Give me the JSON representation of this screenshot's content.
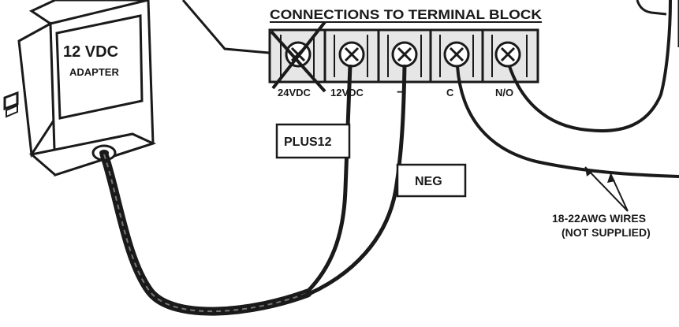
{
  "title": "CONNECTIONS TO TERMINAL BLOCK",
  "adapter": {
    "voltage_label": "12 VDC",
    "type_label": "ADAPTER"
  },
  "terminals": [
    {
      "label": "24VDC",
      "crossed_out": true
    },
    {
      "label": "12VDC",
      "crossed_out": false
    },
    {
      "label": "−",
      "crossed_out": false
    },
    {
      "label": "C",
      "crossed_out": false
    },
    {
      "label": "N/O",
      "crossed_out": false
    }
  ],
  "wire_tags": {
    "plus": "PLUS12",
    "neg": "NEG"
  },
  "wires_note": {
    "line1": "18-22AWG WIRES",
    "line2": "(NOT SUPPLIED)"
  },
  "colors": {
    "ink": "#1a1a1a",
    "background": "#ffffff",
    "panel_gray": "#e8e8e8"
  }
}
